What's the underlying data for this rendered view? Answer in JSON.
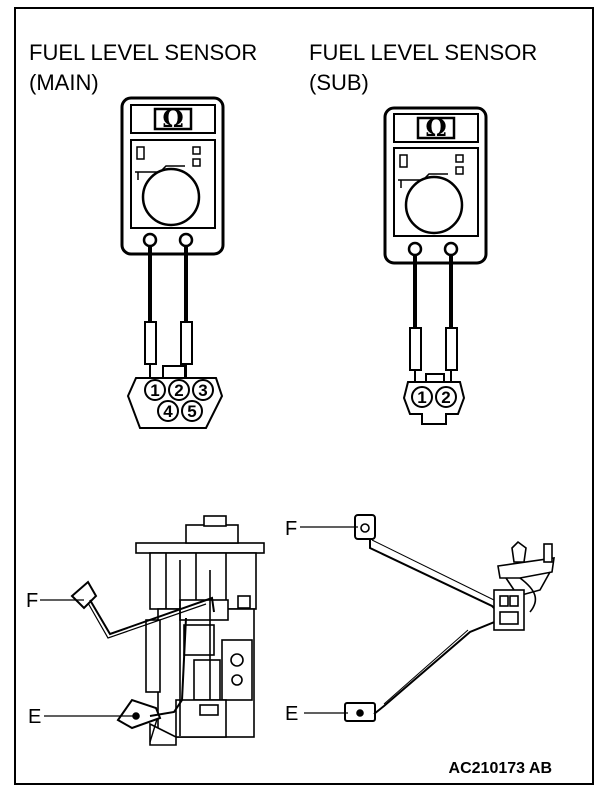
{
  "titles": {
    "main_line1": "FUEL LEVEL SENSOR",
    "main_line2": "(MAIN)",
    "sub_line1": "FUEL LEVEL SENSOR",
    "sub_line2": "(SUB)"
  },
  "meters": {
    "main_symbol": "Ω",
    "sub_symbol": "Ω"
  },
  "connectors": {
    "main_pins": [
      "1",
      "2",
      "3",
      "4",
      "5"
    ],
    "sub_pins": [
      "1",
      "2"
    ]
  },
  "callouts": {
    "main_f": "F",
    "main_e": "E",
    "sub_f": "F",
    "sub_e": "E"
  },
  "figure_code": "AC210173 AB",
  "icons": {
    "meter": "ohmmeter-icon",
    "connector_main": "5-pin-connector-icon",
    "connector_sub": "2-pin-connector-icon"
  }
}
